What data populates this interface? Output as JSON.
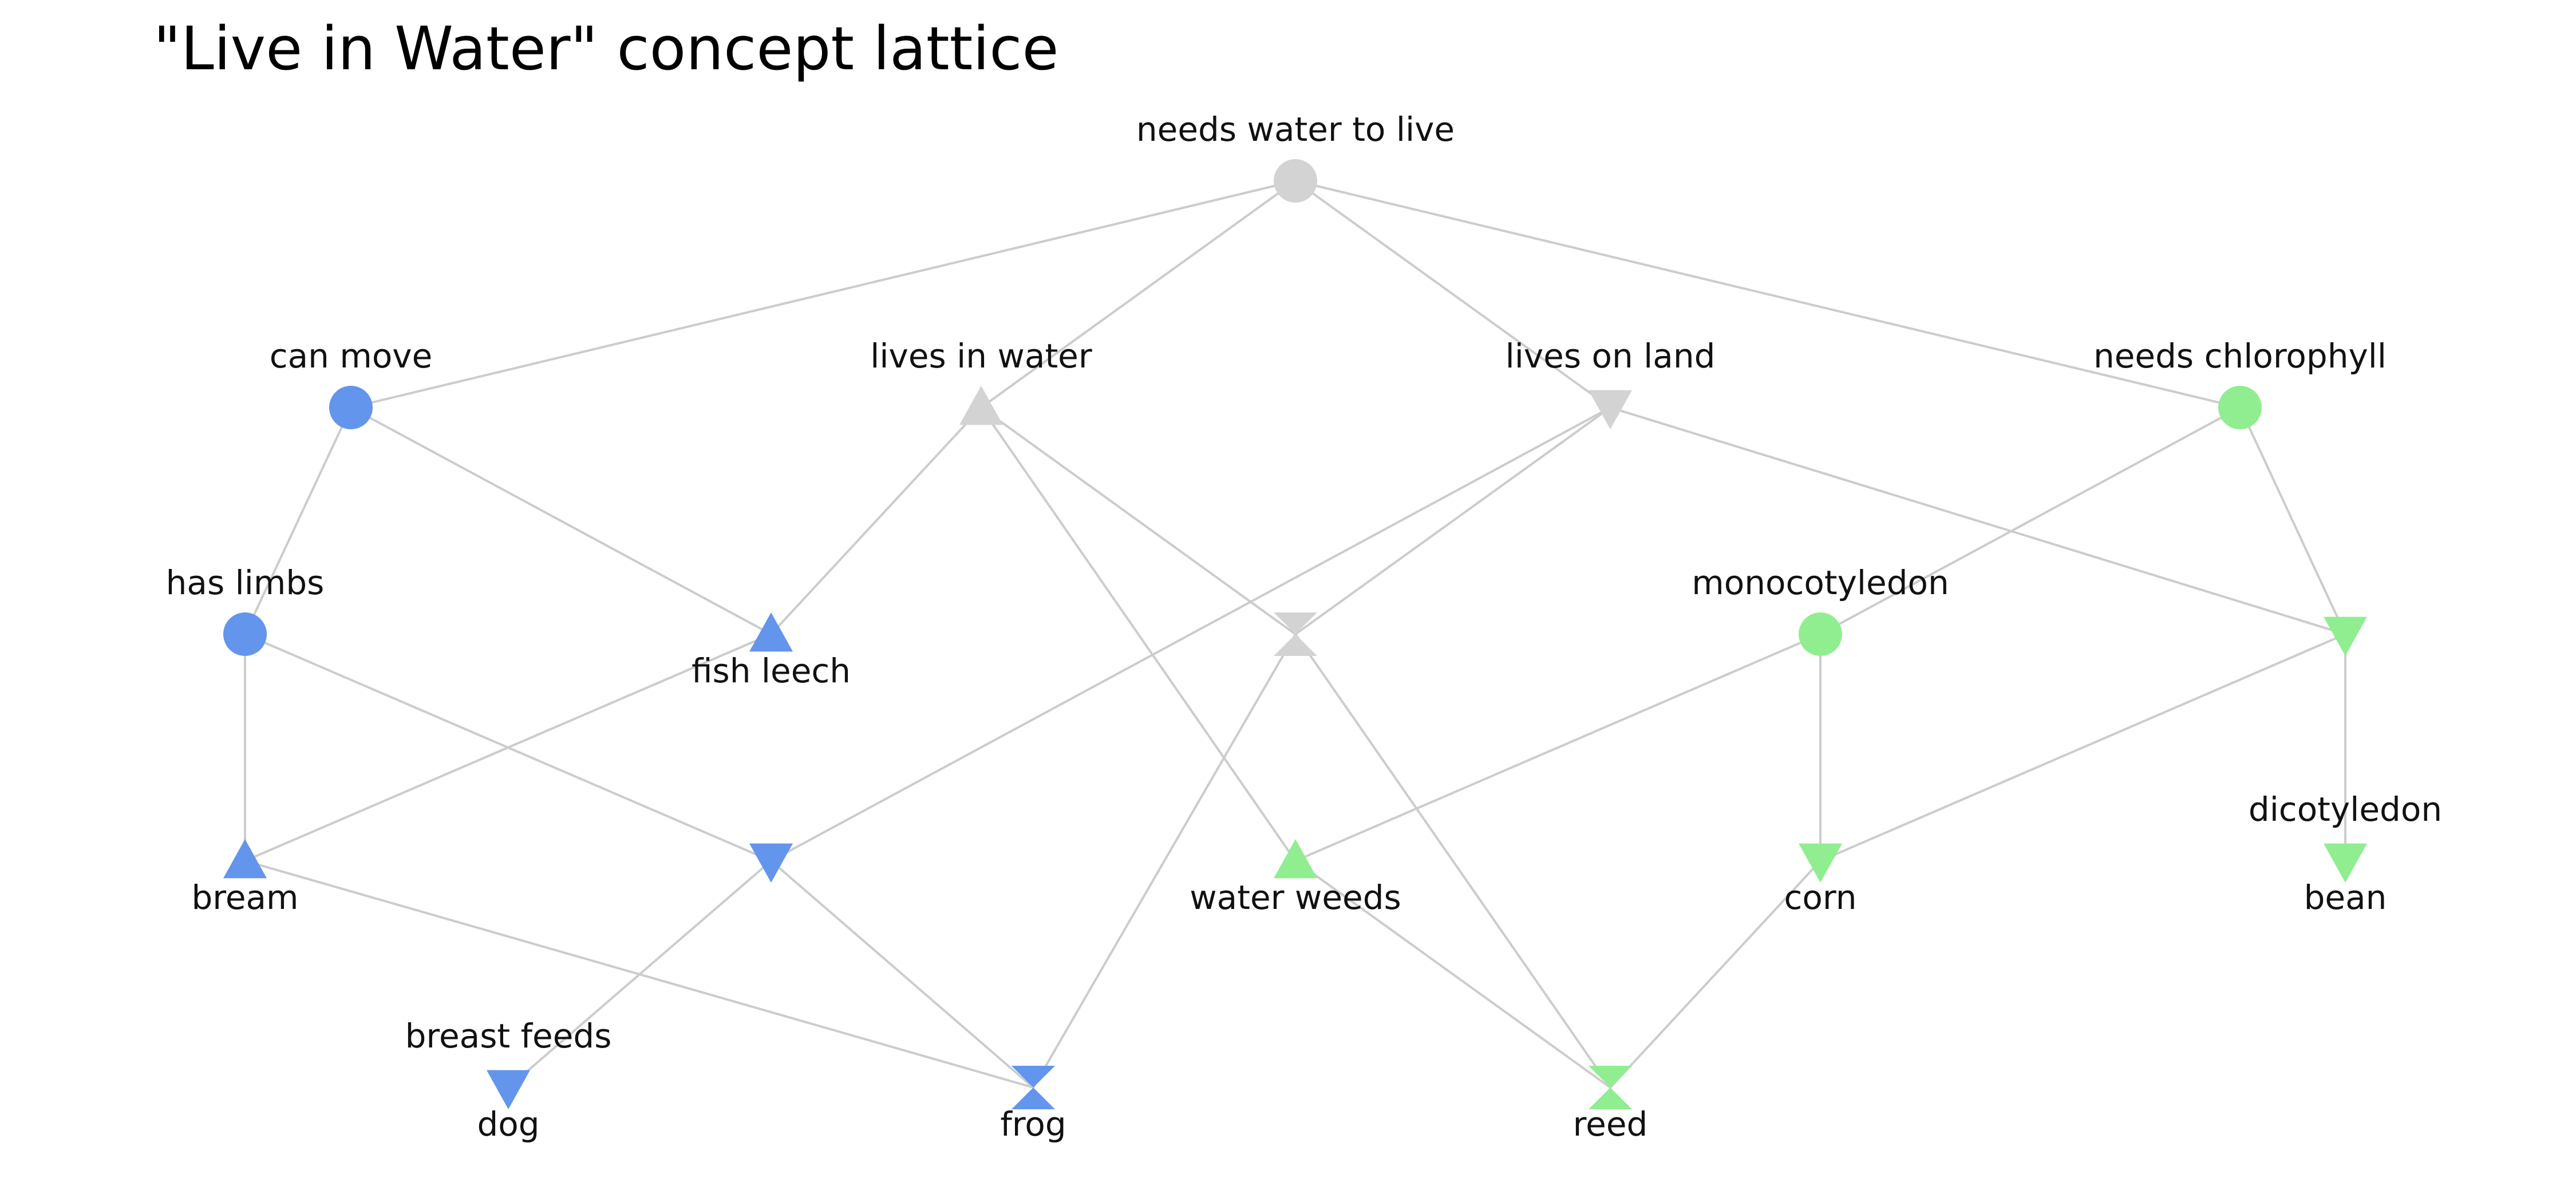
{
  "title": "\"Live in Water\" concept lattice",
  "colors": {
    "animal": "#6495ED",
    "plant": "#90EE90",
    "neutral": "#D3D3D3",
    "edge": "#CCCCCC"
  },
  "nodes": [
    {
      "id": "top",
      "attr_label": "needs water to live",
      "object_label": "",
      "shape": "circle",
      "color": "neutral"
    },
    {
      "id": "move",
      "attr_label": "can move",
      "object_label": "",
      "shape": "circle",
      "color": "animal"
    },
    {
      "id": "water",
      "attr_label": "lives in water",
      "object_label": "",
      "shape": "triangle-up",
      "color": "neutral"
    },
    {
      "id": "land",
      "attr_label": "lives on land",
      "object_label": "",
      "shape": "triangle-down",
      "color": "neutral"
    },
    {
      "id": "chloro",
      "attr_label": "needs chlorophyll",
      "object_label": "",
      "shape": "circle",
      "color": "plant"
    },
    {
      "id": "limbs",
      "attr_label": "has limbs",
      "object_label": "",
      "shape": "circle",
      "color": "animal"
    },
    {
      "id": "leech",
      "attr_label": "",
      "object_label": "fish leech",
      "shape": "triangle-up",
      "color": "animal"
    },
    {
      "id": "mid",
      "attr_label": "",
      "object_label": "",
      "shape": "hourglass",
      "color": "neutral"
    },
    {
      "id": "mono",
      "attr_label": "monocotyledon",
      "object_label": "",
      "shape": "circle",
      "color": "plant"
    },
    {
      "id": "dicot_parent",
      "attr_label": "",
      "object_label": "",
      "shape": "triangle-down",
      "color": "plant"
    },
    {
      "id": "bream",
      "attr_label": "",
      "object_label": "bream",
      "shape": "triangle-up",
      "color": "animal"
    },
    {
      "id": "landlimb",
      "attr_label": "",
      "object_label": "",
      "shape": "triangle-down",
      "color": "animal"
    },
    {
      "id": "weeds",
      "attr_label": "",
      "object_label": "water weeds",
      "shape": "triangle-up",
      "color": "plant"
    },
    {
      "id": "corn",
      "attr_label": "",
      "object_label": "corn",
      "shape": "triangle-down",
      "color": "plant"
    },
    {
      "id": "bean",
      "attr_label": "dicotyledon",
      "object_label": "bean",
      "shape": "triangle-down",
      "color": "plant"
    },
    {
      "id": "dog",
      "attr_label": "breast feeds",
      "object_label": "dog",
      "shape": "triangle-down",
      "color": "animal"
    },
    {
      "id": "frog",
      "attr_label": "",
      "object_label": "frog",
      "shape": "hourglass",
      "color": "animal"
    },
    {
      "id": "reed",
      "attr_label": "",
      "object_label": "reed",
      "shape": "hourglass",
      "color": "plant"
    }
  ],
  "edges": [
    [
      "top",
      "move"
    ],
    [
      "top",
      "water"
    ],
    [
      "top",
      "land"
    ],
    [
      "top",
      "chloro"
    ],
    [
      "move",
      "limbs"
    ],
    [
      "move",
      "leech"
    ],
    [
      "water",
      "leech"
    ],
    [
      "water",
      "mid"
    ],
    [
      "water",
      "weeds"
    ],
    [
      "land",
      "landlimb"
    ],
    [
      "land",
      "mid"
    ],
    [
      "land",
      "dicot_parent"
    ],
    [
      "chloro",
      "mono"
    ],
    [
      "chloro",
      "dicot_parent"
    ],
    [
      "limbs",
      "bream"
    ],
    [
      "limbs",
      "landlimb"
    ],
    [
      "leech",
      "bream"
    ],
    [
      "mid",
      "frog"
    ],
    [
      "mid",
      "reed"
    ],
    [
      "mono",
      "weeds"
    ],
    [
      "mono",
      "corn"
    ],
    [
      "dicot_parent",
      "corn"
    ],
    [
      "dicot_parent",
      "bean"
    ],
    [
      "bream",
      "frog"
    ],
    [
      "landlimb",
      "dog"
    ],
    [
      "landlimb",
      "frog"
    ],
    [
      "weeds",
      "reed"
    ],
    [
      "corn",
      "reed"
    ]
  ]
}
